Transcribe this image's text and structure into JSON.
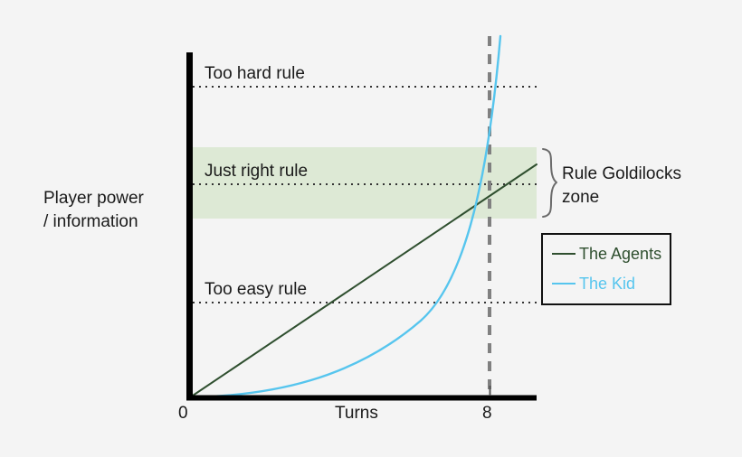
{
  "chart_data": {
    "type": "line",
    "title": "",
    "xlabel": "Turns",
    "ylabel": "Player power / information",
    "xlim": [
      0,
      9.2
    ],
    "ylim": [
      0,
      1.0
    ],
    "xticks": [
      "0",
      "8"
    ],
    "xtick_values": [
      0,
      8
    ],
    "grid": false,
    "legend_position": "right",
    "series": [
      {
        "name": "The Agents",
        "color": "#2f4f2f",
        "shape": "linear",
        "x": [
          0,
          1,
          2,
          3,
          4,
          5,
          6,
          7,
          8,
          9.2
        ],
        "y": [
          0.0,
          0.077,
          0.154,
          0.231,
          0.308,
          0.385,
          0.462,
          0.539,
          0.616,
          0.708
        ]
      },
      {
        "name": "The Kid",
        "color": "#56c5ee",
        "shape": "exponential",
        "x": [
          0,
          1,
          2,
          3,
          4,
          5,
          6,
          7,
          8,
          8.6
        ],
        "y": [
          0.0,
          0.01,
          0.028,
          0.058,
          0.105,
          0.175,
          0.282,
          0.44,
          0.68,
          1.05
        ]
      }
    ],
    "reference_lines": [
      {
        "name": "Too hard rule",
        "label": "Too hard rule",
        "y": 0.9,
        "style": "dotted",
        "color": "#333333"
      },
      {
        "name": "Just right rule",
        "label": "Just right rule",
        "y": 0.617,
        "style": "dotted",
        "color": "#333333"
      },
      {
        "name": "Too easy rule",
        "label": "Too easy rule",
        "y": 0.275,
        "style": "dotted",
        "color": "#333333"
      }
    ],
    "vertical_marker": {
      "label": "8",
      "x": 8,
      "style": "dashed",
      "color": "#808080"
    },
    "shaded_band": {
      "name": "Rule Goldilocks zone",
      "y_min": 0.519,
      "y_max": 0.726,
      "color": "#dde9d5"
    },
    "annotations": [
      {
        "name": "goldilocks-brace",
        "text": "Rule Goldilocks zone",
        "line1": "Rule Goldilocks",
        "line2": "zone"
      }
    ]
  },
  "axes": {
    "y_label_line1": "Player power",
    "y_label_line2": "/ information",
    "x_label": "Turns",
    "x_tick_origin": "0",
    "x_tick_eight": "8",
    "axis_color": "#000000"
  },
  "band_labels": {
    "too_hard": "Too hard rule",
    "just_right": "Just right rule",
    "too_easy": "Too easy rule"
  },
  "annotation": {
    "goldilocks_line1": "Rule Goldilocks",
    "goldilocks_line2": "zone"
  },
  "legend": {
    "items": [
      {
        "label": "The Agents",
        "color": "#2f4f2f"
      },
      {
        "label": "The Kid",
        "color": "#56c5ee"
      }
    ]
  },
  "colors": {
    "background": "#f4f4f4",
    "band": "#dde9d5",
    "agents_line": "#2f4f2f",
    "kid_line": "#56c5ee",
    "dotted_rule": "#333333",
    "dashed_marker": "#808080",
    "axis": "#000000",
    "legend_border": "#111111"
  }
}
